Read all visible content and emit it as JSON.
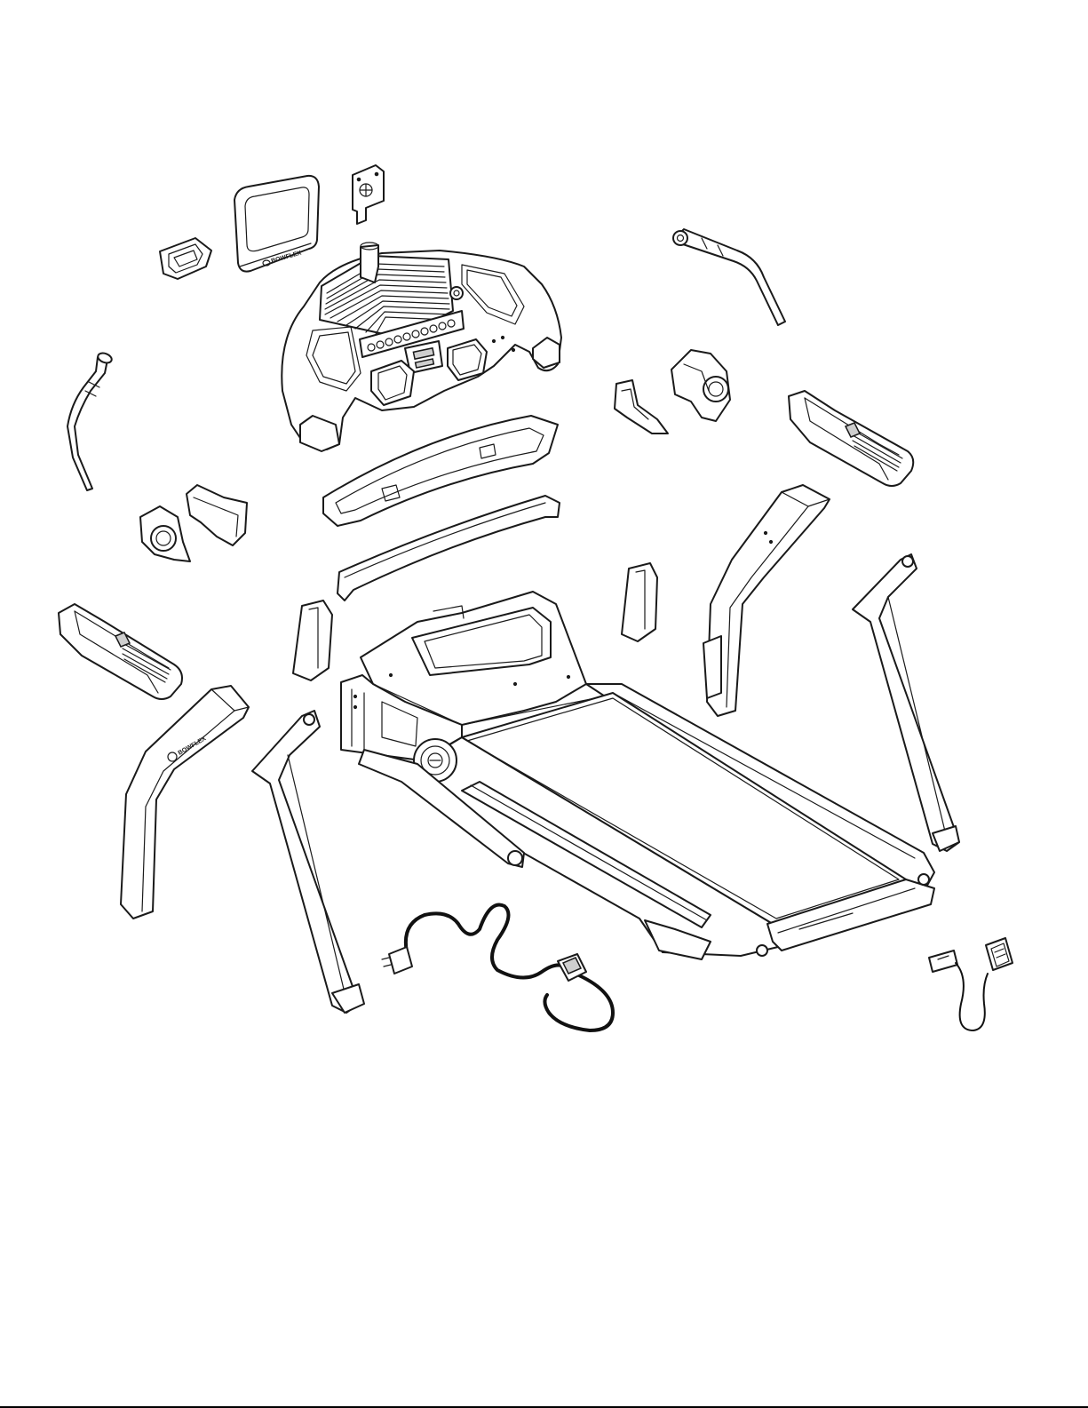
{
  "brand": {
    "logo_text": "BOWFLEX"
  },
  "colors": {
    "line": "#1a1a1a",
    "background": "#ffffff",
    "rule": "#000000"
  },
  "parts": [
    {
      "id": "console-cup-holder",
      "icon": "cup-holder-icon"
    },
    {
      "id": "console-display",
      "icon": "display-icon"
    },
    {
      "id": "console-mount-bracket",
      "icon": "bracket-icon"
    },
    {
      "id": "console-assembly",
      "icon": "console-icon"
    },
    {
      "id": "right-handlebar-upper",
      "icon": "handlebar-icon"
    },
    {
      "id": "left-handlebar-upper",
      "icon": "handlebar-icon"
    },
    {
      "id": "right-pivot-cover",
      "icon": "cover-icon"
    },
    {
      "id": "left-pivot-cover",
      "icon": "cover-icon"
    },
    {
      "id": "right-handrail",
      "icon": "handrail-icon"
    },
    {
      "id": "left-handrail",
      "icon": "handrail-icon"
    },
    {
      "id": "console-tray",
      "icon": "tray-icon"
    },
    {
      "id": "crossbar",
      "icon": "crossbar-icon"
    },
    {
      "id": "right-upright-cover",
      "icon": "cover-icon"
    },
    {
      "id": "left-upright-cover",
      "icon": "cover-icon"
    },
    {
      "id": "right-upright",
      "icon": "upright-icon"
    },
    {
      "id": "right-rear-support",
      "icon": "upright-icon"
    },
    {
      "id": "left-upright",
      "icon": "upright-icon"
    },
    {
      "id": "left-rear-support",
      "icon": "upright-icon"
    },
    {
      "id": "treadmill-base",
      "icon": "treadmill-base-icon"
    },
    {
      "id": "power-cord",
      "icon": "power-cord-icon"
    },
    {
      "id": "safety-key",
      "icon": "safety-key-icon"
    }
  ]
}
